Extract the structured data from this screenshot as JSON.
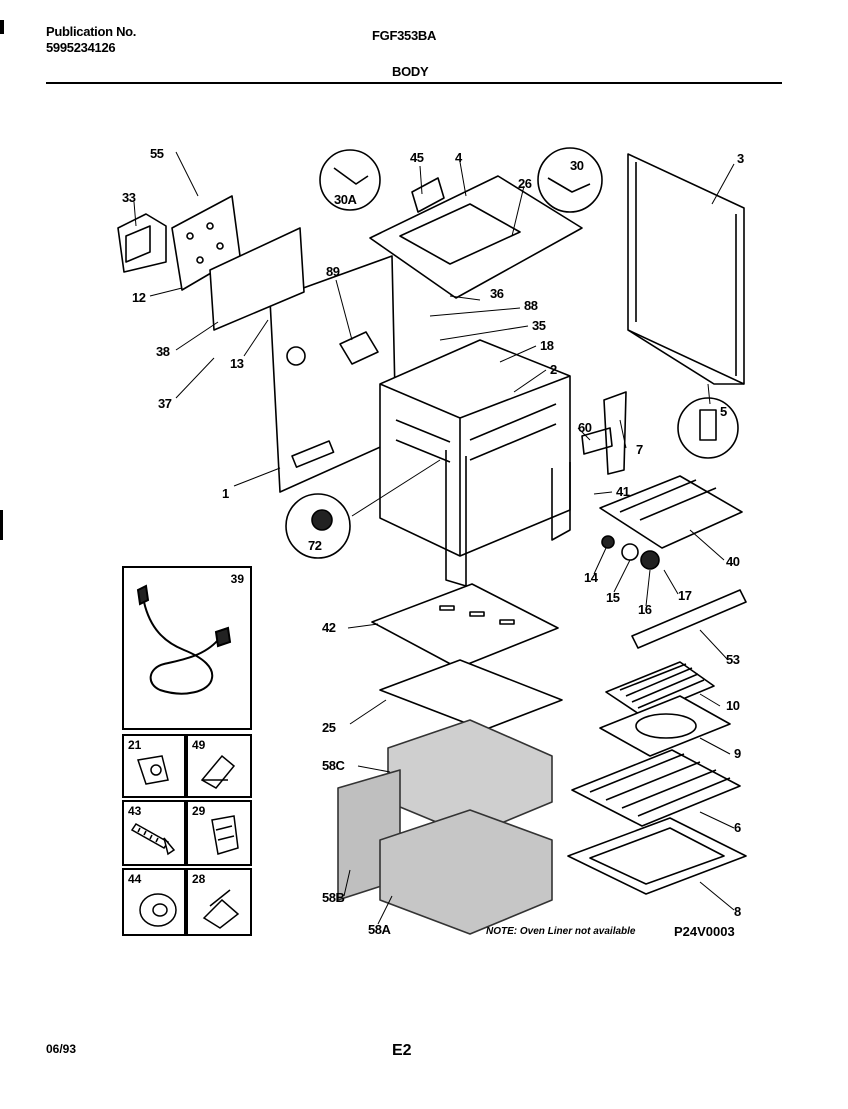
{
  "header": {
    "publication_label": "Publication No.",
    "publication_number": "5995234126",
    "model": "FGF353BA",
    "section": "BODY"
  },
  "footer": {
    "date": "06/93",
    "page": "E2"
  },
  "diagram": {
    "code": "P24V0003",
    "note": "NOTE: Oven Liner not available",
    "callouts": {
      "c55": "55",
      "c33": "33",
      "c12": "12",
      "c38": "38",
      "c13": "13",
      "c37": "37",
      "c1": "1",
      "c89": "89",
      "c45": "45",
      "c4": "4",
      "c30a": "30A",
      "c26": "26",
      "c30": "30",
      "c3": "3",
      "c36": "36",
      "c88": "88",
      "c35": "35",
      "c18": "18",
      "c2": "2",
      "c5": "5",
      "c60": "60",
      "c7": "7",
      "c41": "41",
      "c40": "40",
      "c72": "72",
      "c14": "14",
      "c15": "15",
      "c16": "16",
      "c17": "17",
      "c53": "53",
      "c42": "42",
      "c10": "10",
      "c25": "25",
      "c9": "9",
      "c58c": "58C",
      "c6": "6",
      "c58b": "58B",
      "c58a": "58A",
      "c8": "8"
    },
    "inset_boxes": {
      "b39": "39",
      "b21": "21",
      "b49": "49",
      "b43": "43",
      "b29": "29",
      "b44": "44",
      "b28": "28"
    }
  }
}
